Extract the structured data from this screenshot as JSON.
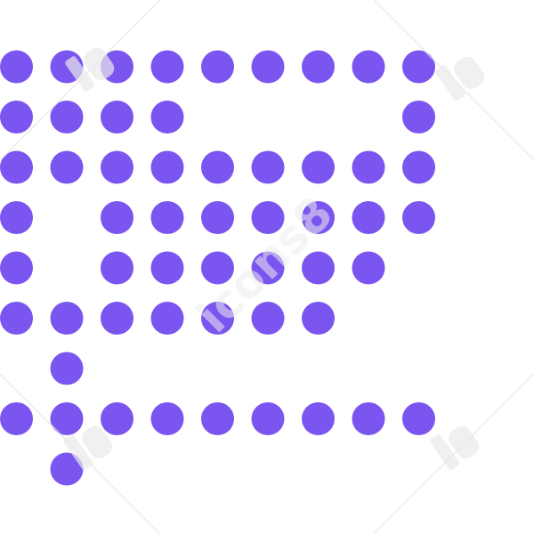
{
  "colors": {
    "dot": "#7b55ef",
    "background": "#ffffff"
  },
  "watermark": {
    "text": "icons8"
  },
  "pattern": [
    "000000000",
    "111111111",
    "111100001",
    "111111111",
    "101111111",
    "101111110",
    "111111100",
    "010000000",
    "111111111",
    "010000000"
  ]
}
